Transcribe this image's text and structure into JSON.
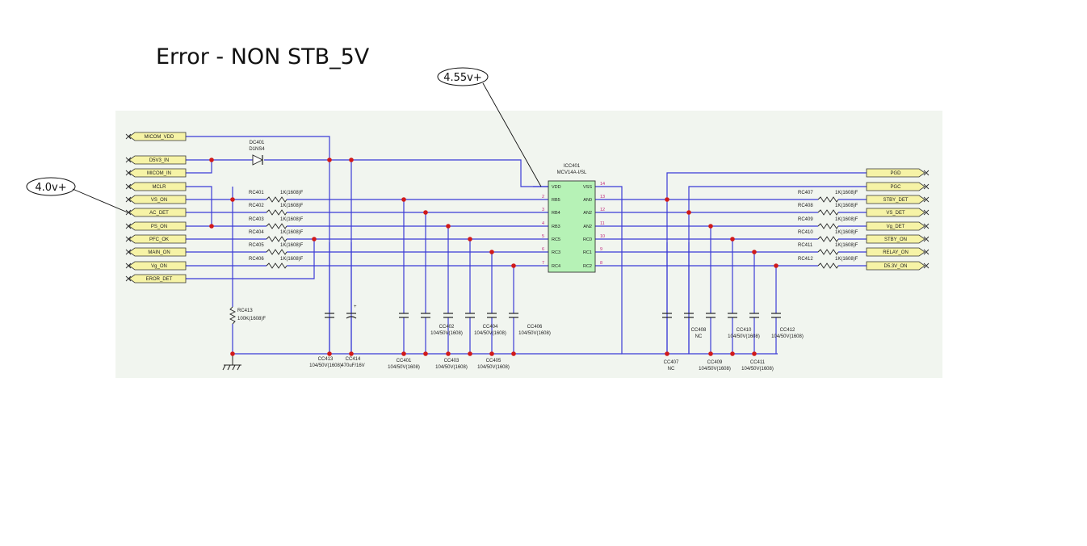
{
  "title": "Error - NON STB_5V",
  "annotations": {
    "vdd_measure": "4.55v+",
    "ac_det_measure": "4.0v+"
  },
  "ic": {
    "ref": "ICC401",
    "part": "MCV14A-I/SL",
    "pins_left": [
      {
        "num": "",
        "name": "VDD"
      },
      {
        "num": "2",
        "name": "RB5"
      },
      {
        "num": "3",
        "name": "RB4"
      },
      {
        "num": "4",
        "name": "RB3"
      },
      {
        "num": "5",
        "name": "RC5"
      },
      {
        "num": "6",
        "name": "RC3"
      },
      {
        "num": "7",
        "name": "RC4"
      }
    ],
    "pins_right": [
      {
        "num": "14",
        "name": "VSS"
      },
      {
        "num": "13",
        "name": "AN0"
      },
      {
        "num": "12",
        "name": "AN2"
      },
      {
        "num": "11",
        "name": "AN2"
      },
      {
        "num": "10",
        "name": "RC0"
      },
      {
        "num": "9",
        "name": "RC1"
      },
      {
        "num": "8",
        "name": "RC2"
      }
    ]
  },
  "diode": {
    "ref": "DC401",
    "part": "D1NS4"
  },
  "left_ports": [
    "MICOM_VDD",
    "D5V3_IN",
    "MICOM_IN",
    "MCLR",
    "VS_ON",
    "AC_DET",
    "PS_ON",
    "PFC_OK",
    "MAIN_ON",
    "Vg_ON",
    "EROR_DET"
  ],
  "right_ports": [
    "PGD",
    "PGC",
    "STBY_DET",
    "VS_DET",
    "Vg_DET",
    "STBY_ON",
    "RELAY_ON",
    "D5.3V_ON"
  ],
  "left_resistors": [
    {
      "ref": "RC401",
      "value": "1K(1608)F"
    },
    {
      "ref": "RC402",
      "value": "1K(1608)F"
    },
    {
      "ref": "RC403",
      "value": "1K(1608)F"
    },
    {
      "ref": "RC404",
      "value": "1K(1608)F"
    },
    {
      "ref": "RC405",
      "value": "1K(1608)F"
    },
    {
      "ref": "RC406",
      "value": "1K(1608)F"
    }
  ],
  "right_resistors": [
    {
      "ref": "RC407",
      "value": "1K(1608)F"
    },
    {
      "ref": "RC408",
      "value": "1K(1608)F"
    },
    {
      "ref": "RC409",
      "value": "1K(1608)F"
    },
    {
      "ref": "RC410",
      "value": "1K(1608)F"
    },
    {
      "ref": "RC411",
      "value": "1K(1608)F"
    },
    {
      "ref": "RC412",
      "value": "1K(1608)F"
    }
  ],
  "pullup": {
    "ref": "RC413",
    "value": "100K(1608)F"
  },
  "capacitors_left": [
    {
      "ref": "CC413",
      "value": "104/50V(1608)"
    },
    {
      "ref": "CC414",
      "value": "470uF/16V"
    },
    {
      "ref": "CC401",
      "value": "104/50V(1608)"
    },
    {
      "ref": "CC402",
      "value": "104/50V(1608)"
    },
    {
      "ref": "CC403",
      "value": "104/50V(1608)"
    },
    {
      "ref": "CC404",
      "value": "104/50V(1608)"
    },
    {
      "ref": "CC405",
      "value": "104/50V(1608)"
    },
    {
      "ref": "CC406",
      "value": "104/50V(1608)"
    }
  ],
  "capacitors_right": [
    {
      "ref": "CC407",
      "value": "NC"
    },
    {
      "ref": "CC408",
      "value": "NC"
    },
    {
      "ref": "CC409",
      "value": "104/50V(1608)"
    },
    {
      "ref": "CC410",
      "value": "104/50V(1608)"
    },
    {
      "ref": "CC411",
      "value": "104/50V(1608)"
    },
    {
      "ref": "CC412",
      "value": "104/50V(1608)"
    }
  ],
  "colors": {
    "wire": "#3b3bd6",
    "junction": "#d11a1a",
    "port_fill": "#f6f3a6",
    "ic_fill": "#b6f2b6",
    "grid_bg": "#f1f5ef",
    "pin_number": "#c0287c"
  }
}
